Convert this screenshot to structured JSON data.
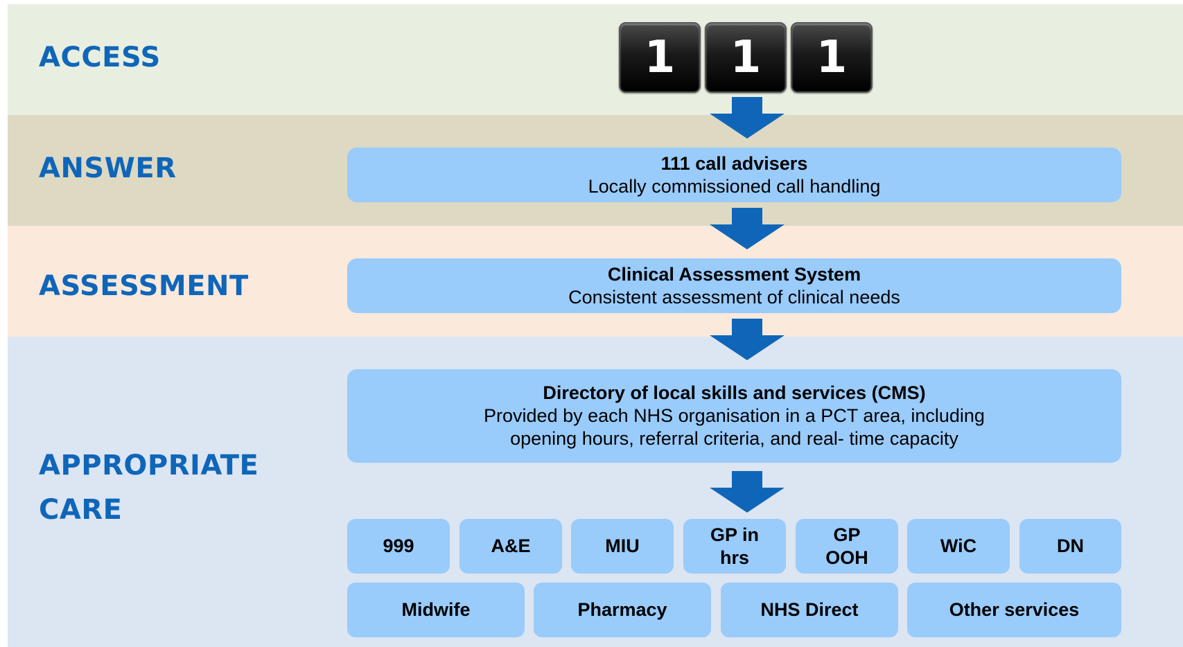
{
  "stages": {
    "access": "ACCESS",
    "answer": "ANSWER",
    "assessment": "ASSESSMENT",
    "appropriate_care": "APPROPRIATE CARE"
  },
  "keypad": {
    "keys": [
      "1",
      "1",
      "1"
    ]
  },
  "boxes": {
    "answer": {
      "title": "111 call advisers",
      "subtitle": "Locally commissioned call handling"
    },
    "assessment": {
      "title": "Clinical Assessment System",
      "subtitle": "Consistent assessment of clinical needs"
    },
    "directory": {
      "title": "Directory of local skills and services (CMS)",
      "line1": "Provided by each NHS organisation in a PCT area, including",
      "line2": "opening hours, referral criteria, and real- time capacity"
    }
  },
  "services_row1": [
    "999",
    "A&E",
    "MIU",
    "GP in hrs",
    "GP OOH",
    "WiC",
    "DN"
  ],
  "services_row2": [
    "Midwife",
    "Pharmacy",
    "NHS Direct",
    "Other services"
  ],
  "colors": {
    "accent_text": "#0f66b9",
    "box_fill": "#99cbfb",
    "arrow": "#0f66b9"
  }
}
